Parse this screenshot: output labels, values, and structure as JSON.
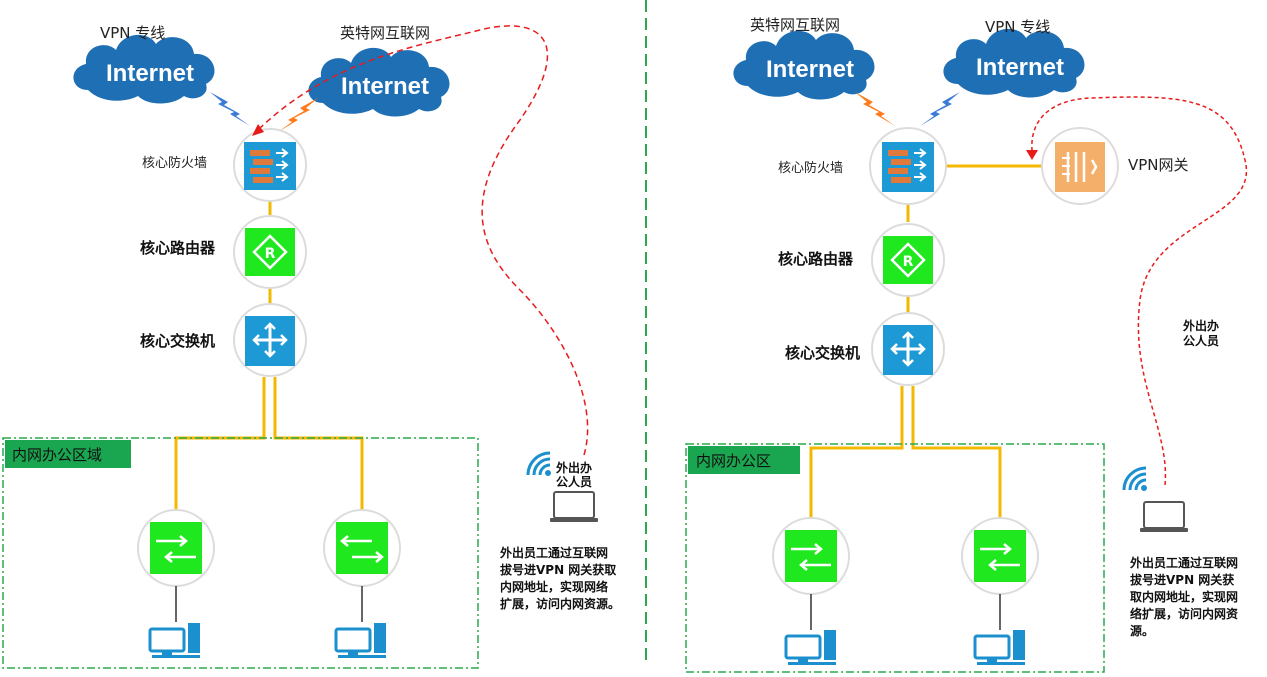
{
  "left": {
    "cloud1_label": "VPN 专线",
    "cloud2_label": "英特网互联网",
    "cloud_text": "Internet",
    "firewall_label": "核心防火墙",
    "router_label": "核心路由器",
    "switch_label": "核心交换机",
    "zone_label": "内网办公区域",
    "remote_user_label_line1": "外出办",
    "remote_user_label_line2": "公人员",
    "desc_line1": "外出员工通过互联网",
    "desc_line2": "拔号进VPN 网关获取",
    "desc_line3": "内网地址，实现网络",
    "desc_line4": "扩展，访问内网资源。"
  },
  "right": {
    "cloud1_label": "英特网互联网",
    "cloud2_label": "VPN 专线",
    "cloud_text": "Internet",
    "firewall_label": "核心防火墙",
    "vpn_gateway_label": "VPN网关",
    "router_label": "核心路由器",
    "switch_label": "核心交换机",
    "zone_label": "内网办公区",
    "remote_user_label_line1": "外出办",
    "remote_user_label_line2": "公人员",
    "desc_line1": "外出员工通过互联网",
    "desc_line2": "拔号进VPN 网关获",
    "desc_line3": "取内网地址，实现网",
    "desc_line4": "络扩展，访问内网资",
    "desc_line5": "源。"
  },
  "colors": {
    "cloud": "#1f6fb5",
    "link": "#f5b800",
    "vpn_path": "#e81b1b",
    "zone_border": "#2aa84a",
    "zone_fill": "#1aa650",
    "firewall": "#1d9ad6",
    "router": "#1fe81f",
    "switch": "#1d9ad6",
    "vpn_gateway": "#f4b06a",
    "pc": "#1c90cf"
  },
  "icons": [
    "cloud-icon",
    "lightning-icon",
    "firewall-icon",
    "router-icon",
    "switch-icon",
    "vpn-gateway-icon",
    "wifi-icon",
    "laptop-icon",
    "pc-icon"
  ]
}
